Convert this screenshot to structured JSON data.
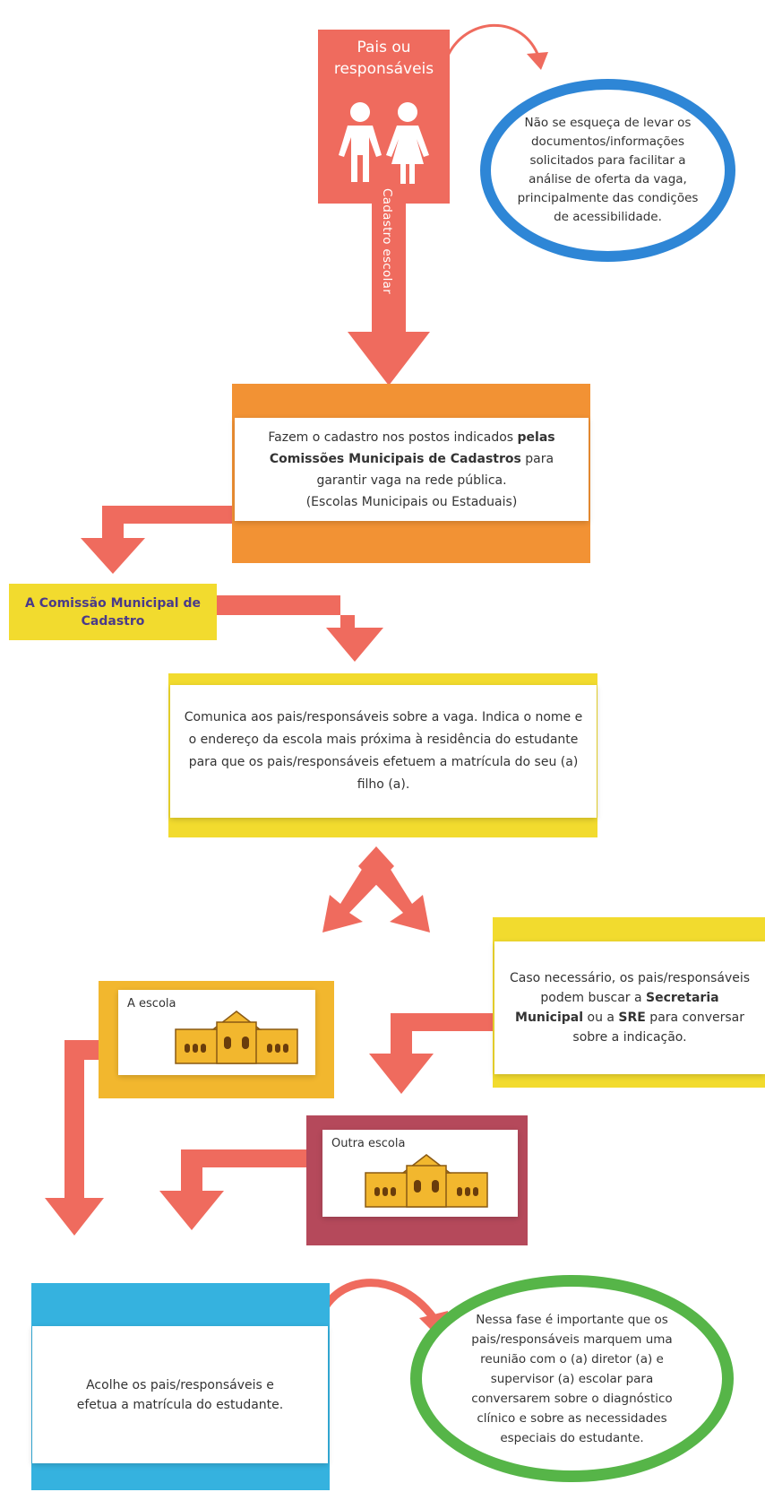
{
  "parents": {
    "title": "Pais ou responsáveis",
    "arrow_label": "Cadastro escolar"
  },
  "reminder": {
    "text": "Não se esqueça de levar os documentos/informações solicitados para facilitar a análise de oferta da vaga, principalmente das condições de acessibilidade."
  },
  "cadastro": {
    "line1": "Fazem o cadastro nos postos indicados ",
    "bold": "pelas Comissões Municipais de Cadastros",
    "line2": " para garantir vaga na rede pública.",
    "line3": "(Escolas Municipais ou Estaduais)"
  },
  "commission": {
    "label": "A Comissão Municipal de Cadastro"
  },
  "communicates": {
    "text": "Comunica aos pais/responsáveis sobre a vaga. Indica o nome e o endereço da escola mais próxima à residência do estudante para que os pais/responsáveis efetuem a matrícula do seu (a) filho (a)."
  },
  "if_needed": {
    "part1": "Caso necessário, os pais/responsáveis podem buscar a ",
    "bold1": "Secretaria Municipal",
    "part2": " ou a ",
    "bold2": "SRE",
    "part3": " para conversar sobre a indicação."
  },
  "school": {
    "label": "A escola"
  },
  "other_school": {
    "label": "Outra escola"
  },
  "welcome": {
    "text": "Acolhe os pais/responsáveis e efetua a matrícula do estudante."
  },
  "meeting_note": {
    "text": "Nessa fase é importante que os pais/responsáveis marquem uma reunião com o (a) diretor (a) e supervisor (a) escolar para conversarem sobre o diagnóstico clínico e sobre as necessidades especiais do estudante."
  },
  "colors": {
    "coral": "#ef6b5e",
    "orange": "#f29234",
    "yellow": "#f2db2e",
    "school_yellow": "#f2b72e",
    "maroon": "#b5495b",
    "cyan": "#35b2df",
    "blue_ring": "#2e86d6",
    "green_ring": "#56b548"
  }
}
